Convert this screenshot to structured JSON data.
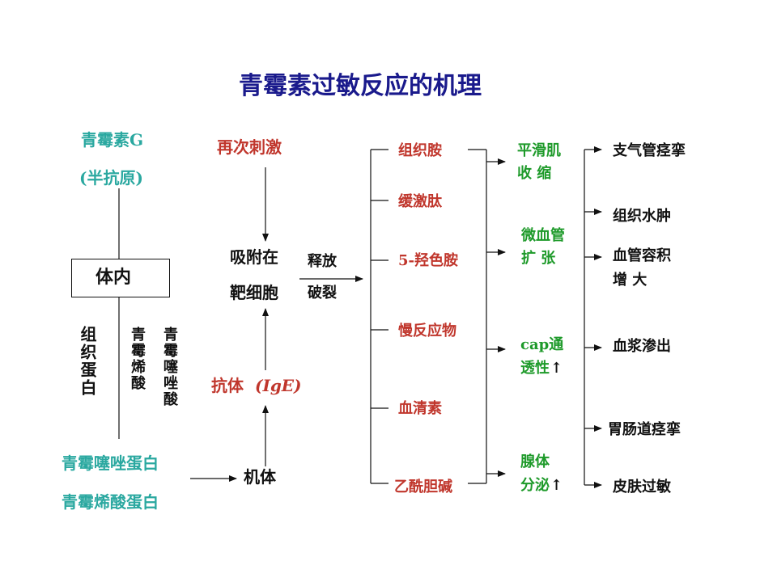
{
  "title": "青霉素过敏反应的机理",
  "left": {
    "penicillin_g": "青霉素G",
    "hapten": "(半抗原)",
    "in_body": "体内",
    "tissue_protein": "组织蛋白",
    "penicillenic_acid": "青霉烯酸",
    "penicilloic_acid": "青霉噻唑酸",
    "penicilloyl_protein": "青霉噻唑蛋白",
    "penicillenate_protein": "青霉烯酸蛋白"
  },
  "middle": {
    "restimulation": "再次刺激",
    "adsorb_1": "吸附在",
    "adsorb_2": "靶细胞",
    "release": "释放",
    "rupture": "破裂",
    "antibody": "抗体",
    "ige": "(IgE)",
    "organism": "机体"
  },
  "mediators": [
    "组织胺",
    "缓激肽",
    "5-羟色胺",
    "慢反应物",
    "血清素",
    "乙酰胆碱"
  ],
  "effects": {
    "smooth_muscle_1": "平滑肌",
    "smooth_muscle_2": "收  缩",
    "micro_1": "微血管",
    "micro_2": "扩  张",
    "cap_1": "cap通",
    "cap_2": "透性",
    "gland_1": "腺体",
    "gland_2": "分泌",
    "arrow_up": "↑"
  },
  "outcomes": {
    "bronchospasm": "支气管痉挛",
    "edema": "组织水肿",
    "vascular_1": "血管容积",
    "vascular_2": "增    大",
    "plasma": "血浆渗出",
    "gi_spasm": "胃肠道痉挛",
    "skin": "皮肤过敏"
  },
  "colors": {
    "title": "#1a1a8c",
    "teal": "#2aa8a0",
    "red": "#c0362c",
    "green": "#1e9a2a",
    "black": "#111111"
  }
}
